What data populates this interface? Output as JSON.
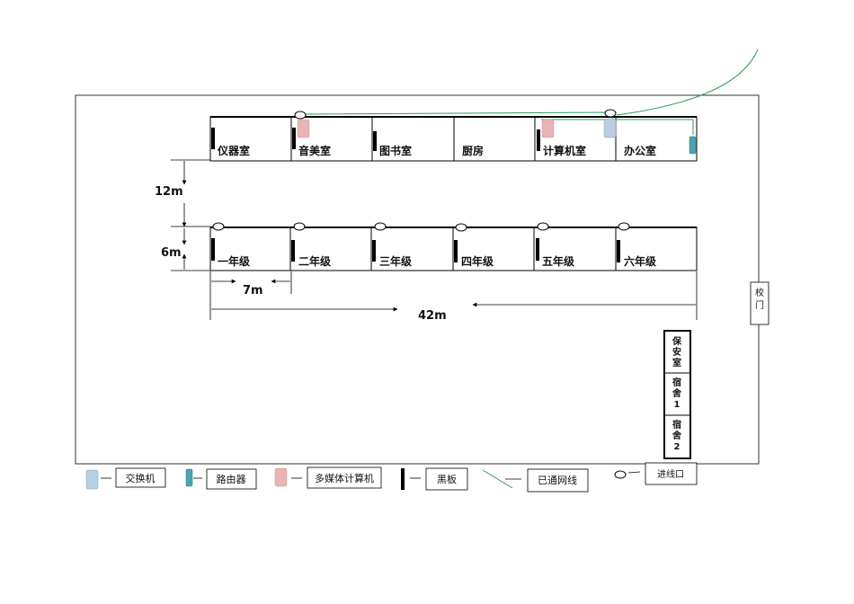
{
  "rooms_top": [
    "仪器室",
    "音美室",
    "图书室",
    "厨房",
    "计算机室",
    "办公室"
  ],
  "rooms_bottom": [
    "一年级",
    "二年级",
    "三年级",
    "四年级",
    "五年级",
    "六年级"
  ],
  "dimensions": {
    "gap": "12m",
    "depth": "6m",
    "width": "7m",
    "total": "42m"
  },
  "gate": [
    "校",
    "门"
  ],
  "security_room": [
    "保",
    "安",
    "室"
  ],
  "dorm1": [
    "宿",
    "舍",
    "1"
  ],
  "dorm2": [
    "宿",
    "舍",
    "2"
  ],
  "legend": {
    "switch": "交换机",
    "router": "路由器",
    "multimedia_pc": "多媒体计算机",
    "blackboard": "黑板",
    "network_line": "已通网线",
    "entry_point": "进线口"
  },
  "colors": {
    "switch": "#b8cde6",
    "router": "#4aa3b8",
    "multimedia_pc": "#e8b4b4",
    "network_line": "#2e9a5a",
    "blackboard": "#000000"
  }
}
